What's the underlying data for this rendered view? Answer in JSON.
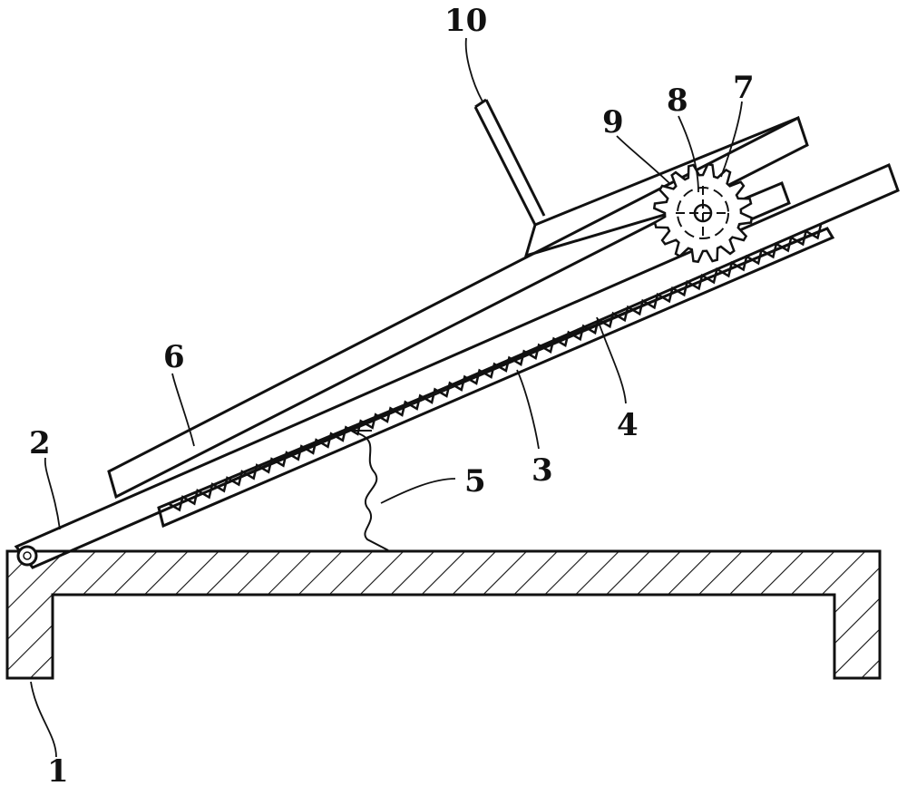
{
  "diagram": {
    "callouts": [
      {
        "id": "base",
        "text": "1"
      },
      {
        "id": "plate-arm",
        "text": "2"
      },
      {
        "id": "lower-track",
        "text": "3"
      },
      {
        "id": "rack",
        "text": "4"
      },
      {
        "id": "spring",
        "text": "5"
      },
      {
        "id": "upper-plate",
        "text": "6"
      },
      {
        "id": "gear",
        "text": "7"
      },
      {
        "id": "gear-shaft",
        "text": "8"
      },
      {
        "id": "gear-hub",
        "text": "9"
      },
      {
        "id": "l-bracket",
        "text": "10"
      }
    ],
    "colors": {
      "ink": "#111111",
      "background": "#ffffff"
    }
  }
}
